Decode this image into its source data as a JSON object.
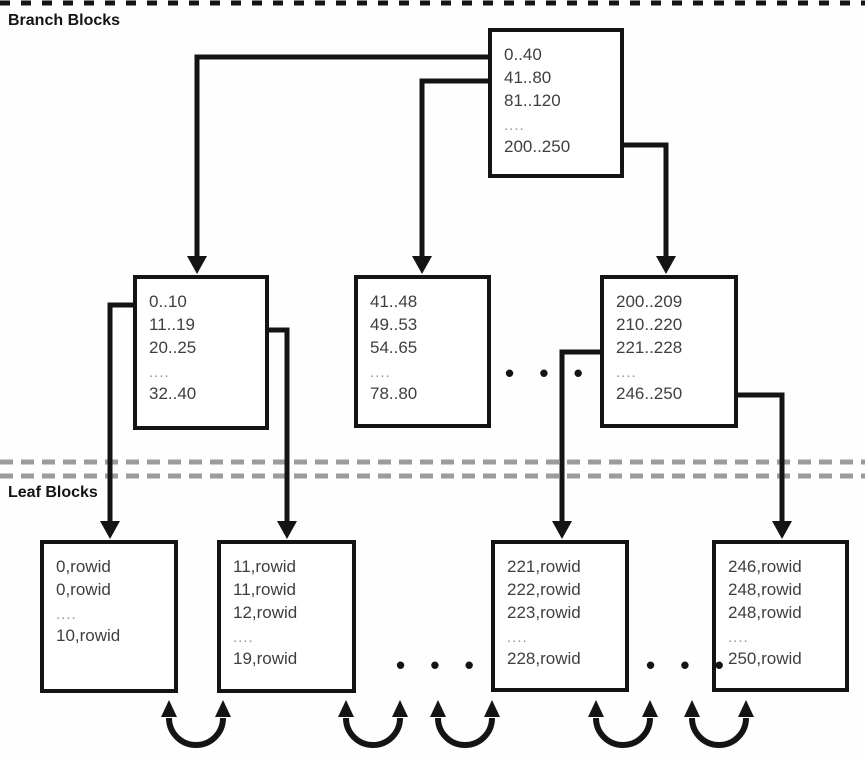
{
  "title": "B-tree index structure diagram",
  "labels": {
    "branch_blocks": "Branch Blocks",
    "leaf_blocks": "Leaf Blocks"
  },
  "branch_blocks": {
    "root": {
      "lines": [
        "0..40",
        "41..80",
        "81..120",
        "....",
        "200..250"
      ]
    },
    "left": {
      "lines": [
        "0..10",
        "11..19",
        "20..25",
        "....",
        "32..40"
      ]
    },
    "middle": {
      "lines": [
        "41..48",
        "49..53",
        "54..65",
        "....",
        "78..80"
      ]
    },
    "right": {
      "lines": [
        "200..209",
        "210..220",
        "221..228",
        "....",
        "246..250"
      ]
    }
  },
  "leaf_blocks": {
    "first": {
      "lines": [
        "0,rowid",
        "0,rowid",
        "....",
        "10,rowid"
      ]
    },
    "second": {
      "lines": [
        "11,rowid",
        "11,rowid",
        "12,rowid",
        "....",
        "19,rowid"
      ]
    },
    "third": {
      "lines": [
        "221,rowid",
        "222,rowid",
        "223,rowid",
        "....",
        "228,rowid"
      ]
    },
    "fourth": {
      "lines": [
        "246,rowid",
        "248,rowid",
        "248,rowid",
        "....",
        "250,rowid"
      ]
    }
  },
  "ellipsis": "• • •",
  "colors": {
    "line": "#141414",
    "divider_dashed": "#9c9c9c",
    "box_text": "#3f3f3f",
    "background": "#fefefe"
  }
}
